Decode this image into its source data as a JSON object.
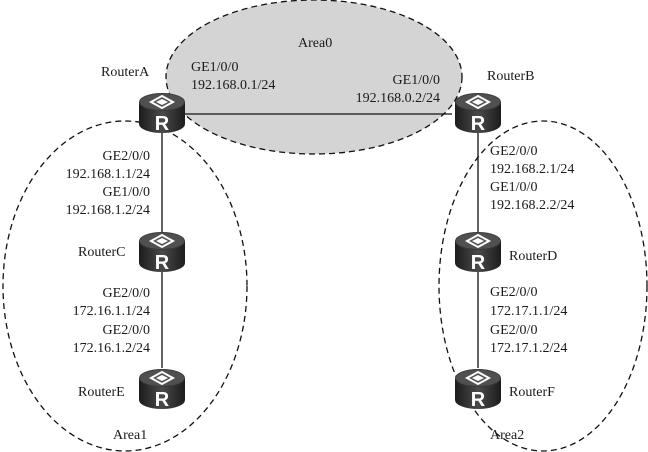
{
  "areas": [
    {
      "id": "area0",
      "label": "Area0",
      "fill": "#d4d4d4"
    },
    {
      "id": "area1",
      "label": "Area1",
      "fill": "none"
    },
    {
      "id": "area2",
      "label": "Area2",
      "fill": "none"
    }
  ],
  "routers": [
    {
      "id": "A",
      "name": "RouterA"
    },
    {
      "id": "B",
      "name": "RouterB"
    },
    {
      "id": "C",
      "name": "RouterC"
    },
    {
      "id": "D",
      "name": "RouterD"
    },
    {
      "id": "E",
      "name": "RouterE"
    },
    {
      "id": "F",
      "name": "RouterF"
    }
  ],
  "links": [
    {
      "from": "A",
      "to": "B",
      "from_if": "GE1/0/0",
      "from_ip": "192.168.0.1/24",
      "to_if": "GE1/0/0",
      "to_ip": "192.168.0.2/24"
    },
    {
      "from": "A",
      "to": "C",
      "from_if": "GE2/0/0",
      "from_ip": "192.168.1.1/24",
      "to_if": "GE1/0/0",
      "to_ip": "192.168.1.2/24"
    },
    {
      "from": "C",
      "to": "E",
      "from_if": "GE2/0/0",
      "from_ip": "172.16.1.1/24",
      "to_if": "GE2/0/0",
      "to_ip": "172.16.1.2/24"
    },
    {
      "from": "B",
      "to": "D",
      "from_if": "GE2/0/0",
      "from_ip": "192.168.2.1/24",
      "to_if": "GE1/0/0",
      "to_ip": "192.168.2.2/24"
    },
    {
      "from": "D",
      "to": "F",
      "from_if": "GE2/0/0",
      "from_ip": "172.17.1.1/24",
      "to_if": "GE2/0/0",
      "to_ip": "172.17.1.2/24"
    }
  ],
  "router_icon": {
    "glyph": "R",
    "body_color": "#2b2b2b",
    "top_color": "#4a4a4a"
  }
}
